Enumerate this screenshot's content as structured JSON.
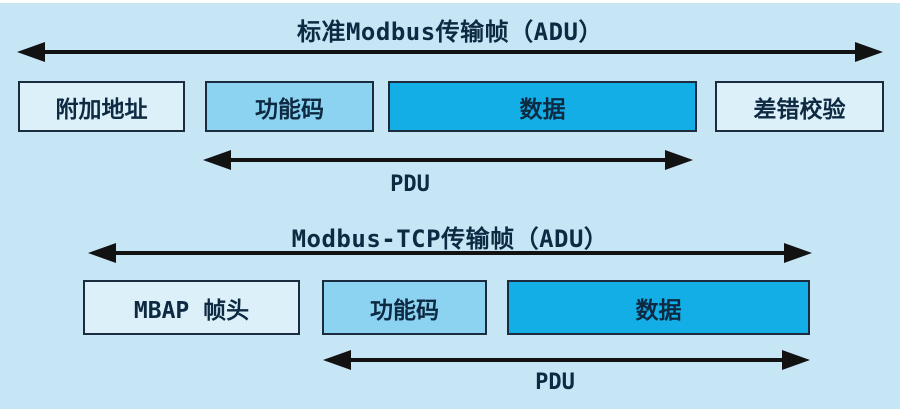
{
  "palette": {
    "background": "#C7E6F5",
    "box_light": "#DCF0FA",
    "box_medium": "#8BD3F1",
    "box_dark": "#12AEE5",
    "border": "#1B2C3E",
    "arrow": "#121212",
    "text": "#0E2A42",
    "edge": "#FFFFFF"
  },
  "standard_frame": {
    "title": "标准Modbus传输帧（ADU）",
    "pdu_label": "PDU",
    "boxes": [
      {
        "label": "附加地址"
      },
      {
        "label": "功能码"
      },
      {
        "label": "数据"
      },
      {
        "label": "差错校验"
      }
    ]
  },
  "tcp_frame": {
    "title": "Modbus-TCP传输帧（ADU）",
    "pdu_label": "PDU",
    "boxes": [
      {
        "label": "MBAP 帧头"
      },
      {
        "label": "功能码"
      },
      {
        "label": "数据"
      }
    ]
  }
}
